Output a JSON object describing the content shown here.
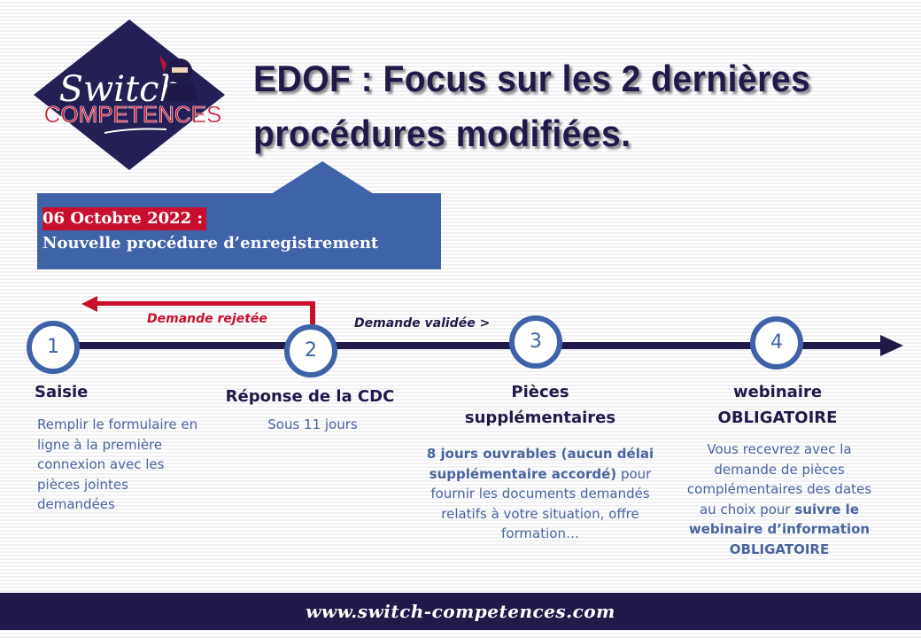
{
  "logo": {
    "line1": "Switch",
    "line2": "COMPETENCES",
    "colors": {
      "diamond": "#242055",
      "accent": "#c8102e"
    }
  },
  "title": {
    "line1": "EDOF : Focus sur les 2 dernières",
    "line2": "procédures modifiées."
  },
  "banner": {
    "date": "06 Octobre 2022 :",
    "subtitle": "Nouvelle procédure d’enregistrement"
  },
  "flow": {
    "rejected_label": "Demande rejetée",
    "validated_label": "Demande validée >"
  },
  "steps": [
    {
      "number": "1",
      "heading": "Saisie",
      "text": "Remplir le formulaire en ligne à la première connexion avec les pièces jointes demandées"
    },
    {
      "number": "2",
      "heading": "Réponse de la CDC",
      "text": "Sous 11 jours"
    },
    {
      "number": "3",
      "heading_l1": "Pièces",
      "heading_l2": "supplémentaires",
      "text_bold": "8 jours ouvrables (aucun délai supplémentaire accordé)",
      "text": "pour fournir les documents demandés relatifs à votre situation, offre formation…"
    },
    {
      "number": "4",
      "heading_l1": "webinaire",
      "heading_l2": "OBLIGATOIRE",
      "text": "Vous recevrez avec la demande de pièces complémentaires des dates au choix pour",
      "text_bold": "suivre le webinaire d’information OBLIGATOIRE"
    }
  ],
  "footer": {
    "url": "www.switch-competences.com"
  },
  "colors": {
    "navy": "#1f1a4a",
    "blue": "#3f63a8",
    "red": "#c8102e",
    "text_blue": "#4a64a0"
  }
}
